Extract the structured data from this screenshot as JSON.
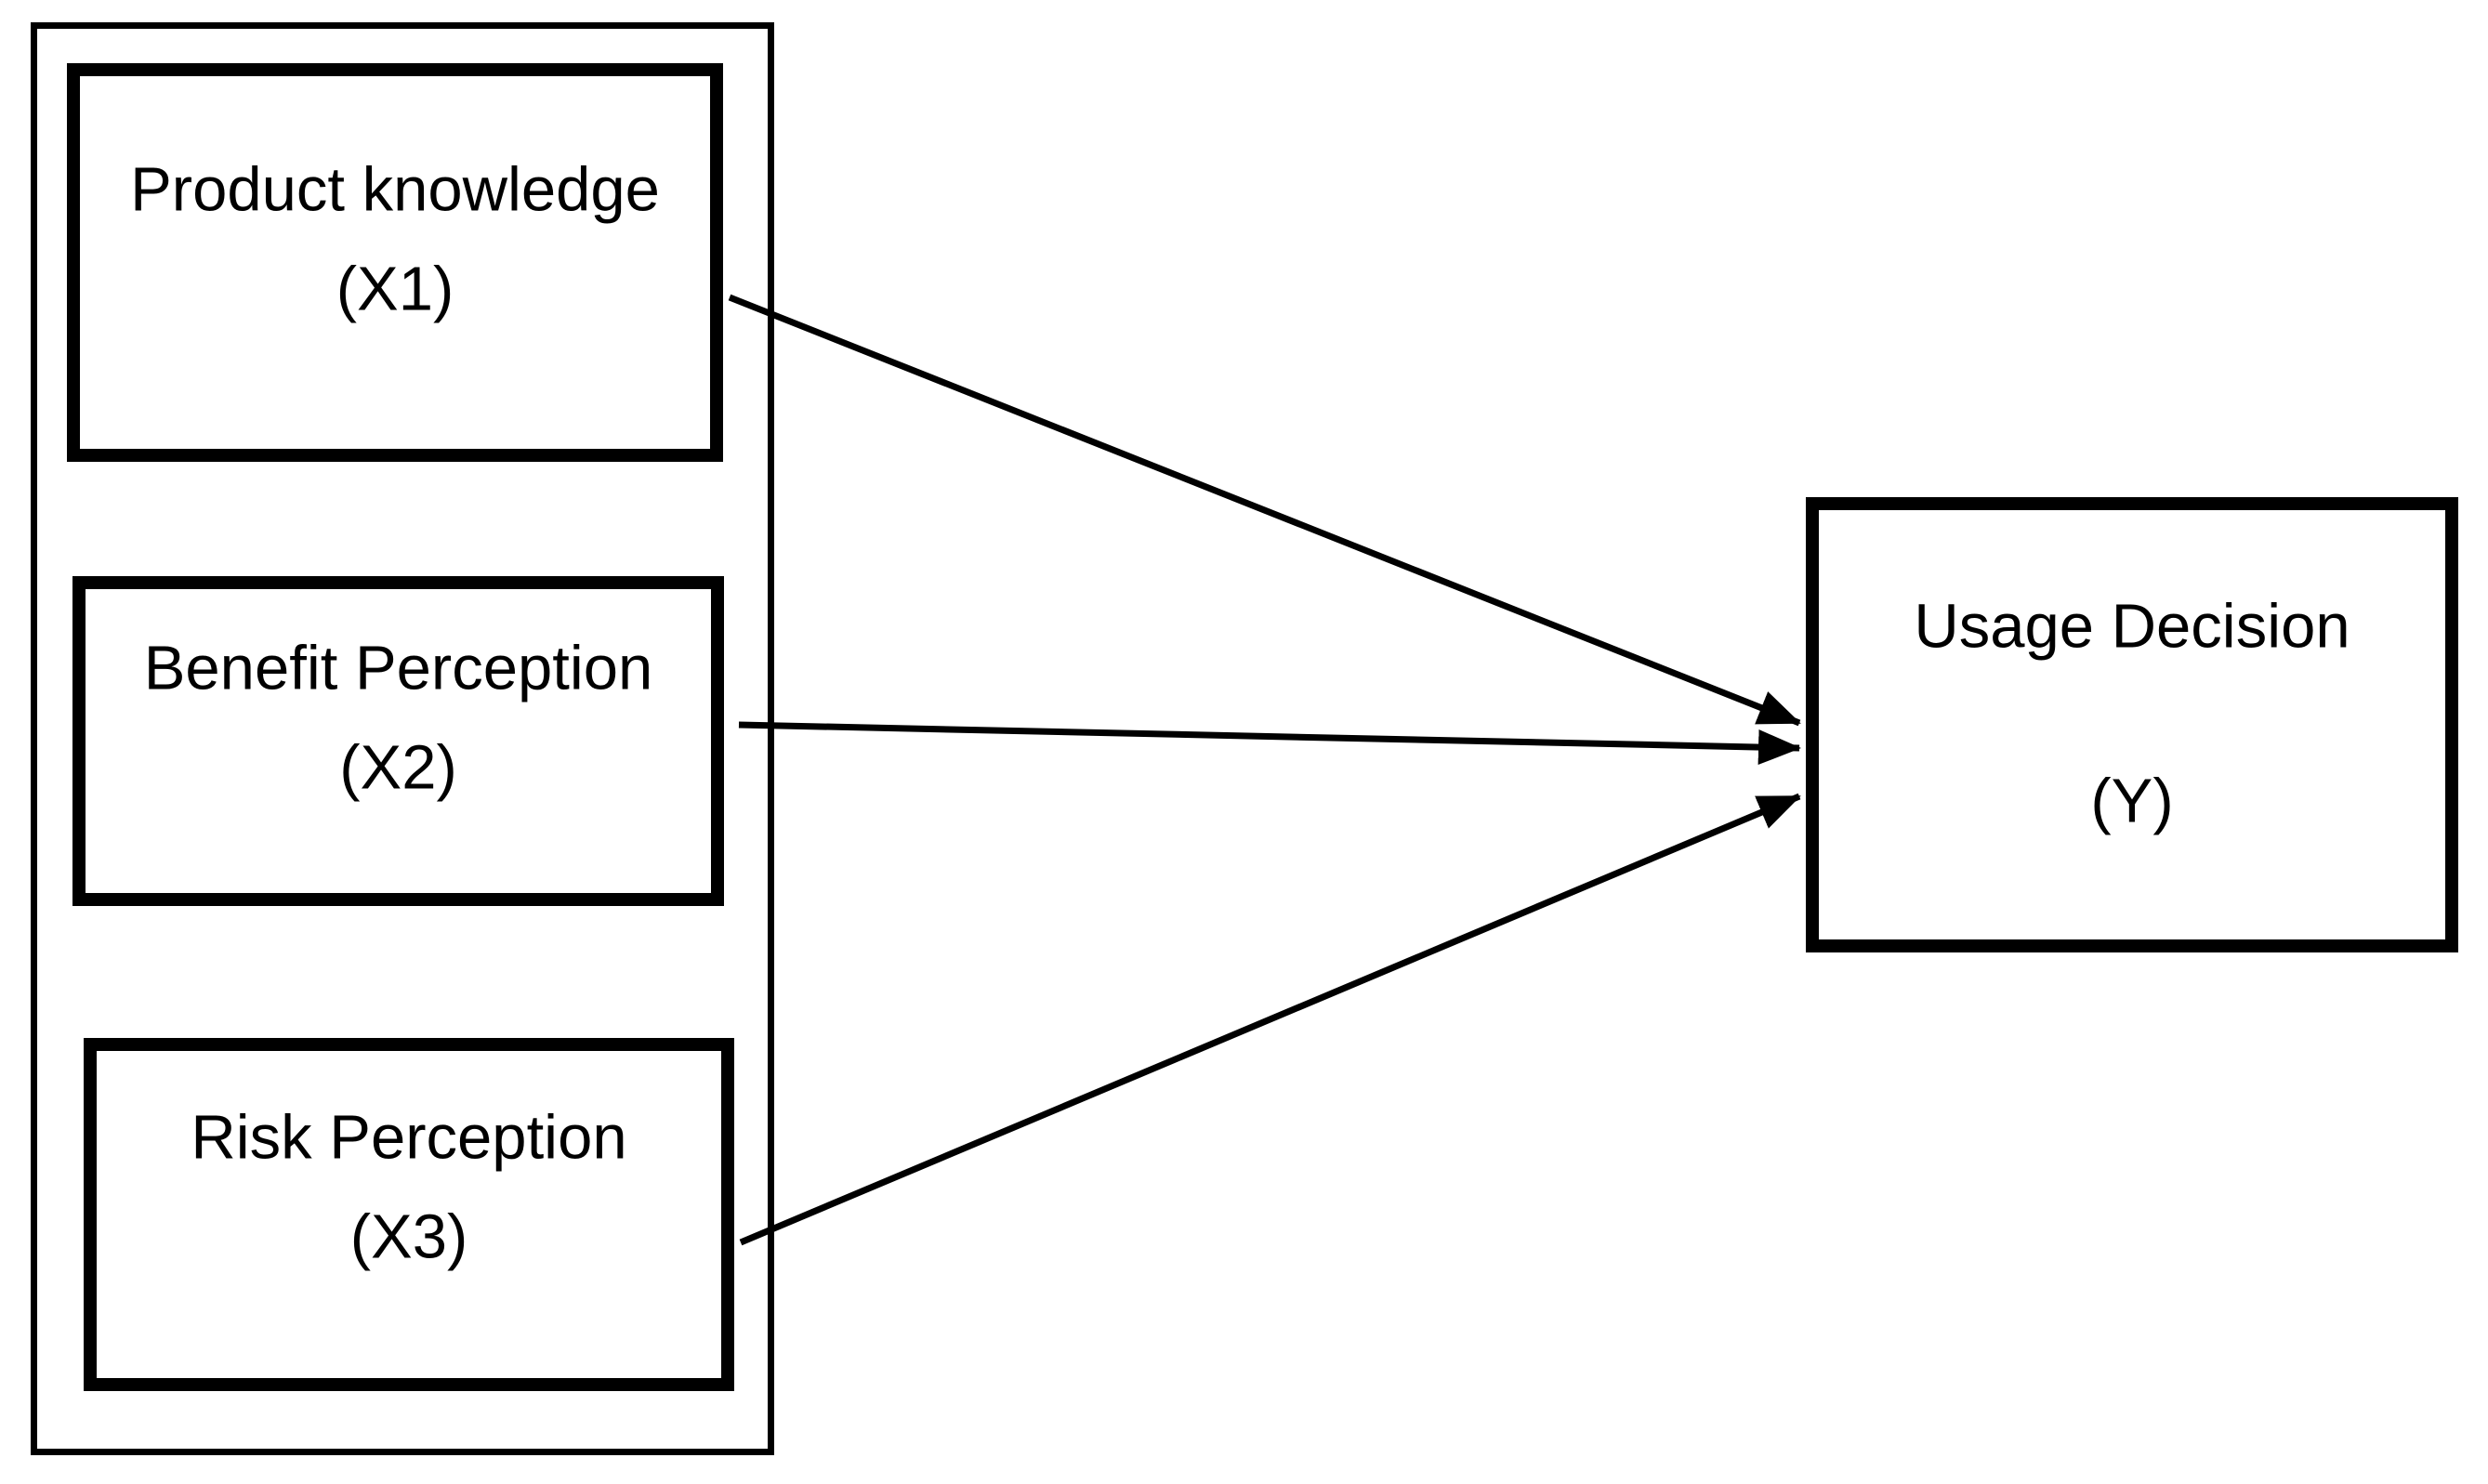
{
  "diagram": {
    "background_color": "#ffffff",
    "line_color": "#000000",
    "independent_variables": [
      {
        "id": "x1",
        "name": "Product knowledge",
        "code": "(X1)"
      },
      {
        "id": "x2",
        "name": "Benefit Perception",
        "code": "(X2)"
      },
      {
        "id": "x3",
        "name": "Risk Perception",
        "code": "(X3)"
      }
    ],
    "dependent_variable": {
      "id": "y",
      "name": "Usage Decision",
      "code": "(Y)"
    },
    "edges": [
      {
        "from": "x1",
        "to": "y"
      },
      {
        "from": "x2",
        "to": "y"
      },
      {
        "from": "x3",
        "to": "y"
      }
    ]
  }
}
